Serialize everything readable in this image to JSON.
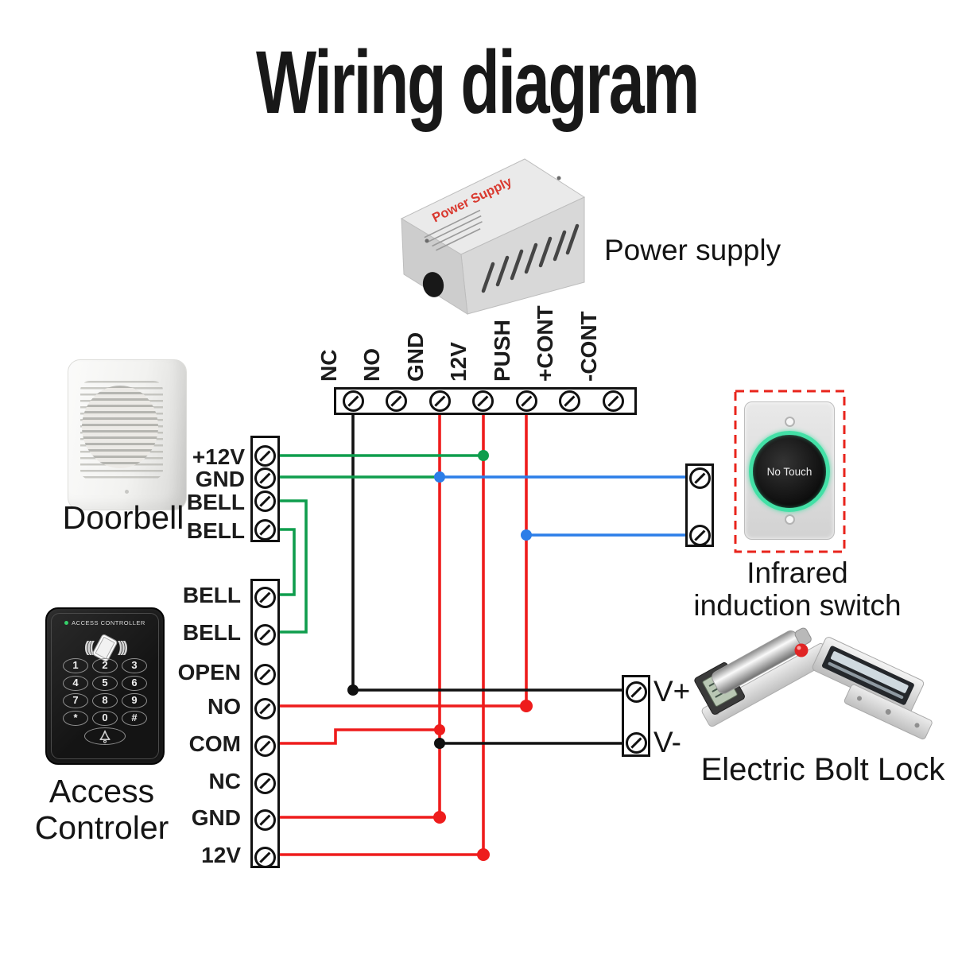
{
  "title": "Wiring diagram",
  "colors": {
    "wire_red": "#ee1c1c",
    "wire_green": "#0f9d4d",
    "wire_blue": "#2c7ee8",
    "wire_black": "#111111",
    "dashed_box": "#e8241c",
    "button_ring": "#43e0a6",
    "power_device_text": "#d93a30"
  },
  "power_supply": {
    "caption": "Power supply",
    "device_label": "Power Supply"
  },
  "power_terminal_strip": {
    "labels": [
      "NC",
      "NO",
      "GND",
      "12V",
      "PUSH",
      "+CONT",
      "-CONT"
    ]
  },
  "doorbell": {
    "caption": "Doorbell",
    "terminal_labels": [
      "+12V",
      "GND",
      "BELL",
      "BELL"
    ]
  },
  "access_controller": {
    "caption_line1": "Access",
    "caption_line2": "Controler",
    "device_header": "ACCESS CONTROLLER",
    "keypad_keys": [
      "1",
      "2",
      "3",
      "4",
      "5",
      "6",
      "7",
      "8",
      "9",
      "*",
      "0",
      "#"
    ],
    "terminal_labels": [
      "BELL",
      "BELL",
      "OPEN",
      "NO",
      "COM",
      "NC",
      "GND",
      "12V"
    ]
  },
  "infrared_switch": {
    "caption_line1": "Infrared",
    "caption_line2": "induction switch",
    "button_label": "No Touch"
  },
  "electric_bolt_lock": {
    "caption": "Electric Bolt Lock",
    "terminal_labels": [
      "V+",
      "V-"
    ]
  }
}
